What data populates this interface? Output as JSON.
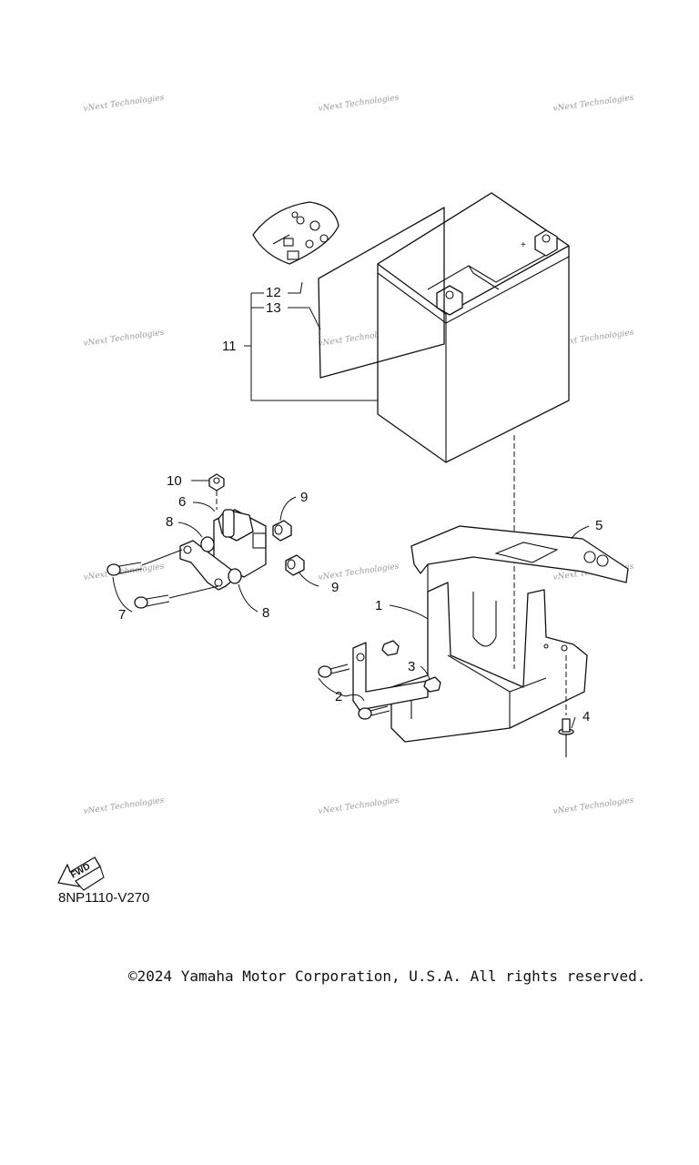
{
  "diagram": {
    "callouts": [
      {
        "id": "1",
        "label": "1"
      },
      {
        "id": "2",
        "label": "2"
      },
      {
        "id": "3",
        "label": "3"
      },
      {
        "id": "4",
        "label": "4"
      },
      {
        "id": "5",
        "label": "5"
      },
      {
        "id": "6",
        "label": "6"
      },
      {
        "id": "7",
        "label": "7"
      },
      {
        "id": "8a",
        "label": "8"
      },
      {
        "id": "8b",
        "label": "8"
      },
      {
        "id": "9a",
        "label": "9"
      },
      {
        "id": "9b",
        "label": "9"
      },
      {
        "id": "10",
        "label": "10"
      },
      {
        "id": "11",
        "label": "11"
      },
      {
        "id": "12",
        "label": "12"
      },
      {
        "id": "13",
        "label": "13"
      }
    ],
    "fwd_label": "FWD",
    "drawing_code": "8NP1110-V270",
    "watermark_text": "vNext Technologies"
  },
  "footer": {
    "copyright": "©2024 Yamaha Motor Corporation, U.S.A. All rights reserved."
  }
}
